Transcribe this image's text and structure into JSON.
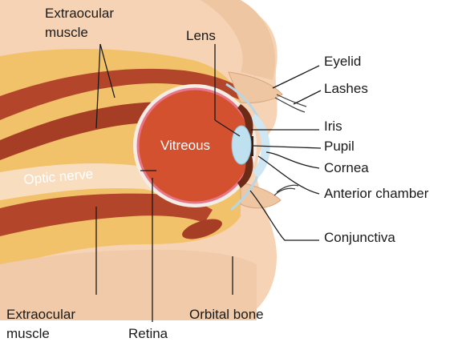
{
  "labels": {
    "extraocular_top_line1": "Extraocular",
    "extraocular_top_line2": "muscle",
    "lens": "Lens",
    "eyelid": "Eyelid",
    "lashes": "Lashes",
    "iris": "Iris",
    "pupil": "Pupil",
    "cornea": "Cornea",
    "anterior_chamber": "Anterior chamber",
    "conjunctiva": "Conjunctiva",
    "vitreous": "Vitreous",
    "optic_nerve": "Optic nerve",
    "extraocular_bottom_line1": "Extraocular",
    "extraocular_bottom_line2": "muscle",
    "retina": "Retina",
    "orbital_bone": "Orbital bone"
  },
  "colors": {
    "background": "#ffffff",
    "tissue": "#f6d3b5",
    "tissue_dark": "#e9b78f",
    "fat": "#f2c26a",
    "muscle": "#b3452b",
    "muscle_dark": "#8e2f1b",
    "eyeball": "#d3512e",
    "sclera": "#f4ede6",
    "retina_line": "#e8768a",
    "lens": "#bfe0ef",
    "iris": "#6b2b17",
    "cornea": "#cfe7f2",
    "optic_nerve": "#f9ddbf"
  }
}
